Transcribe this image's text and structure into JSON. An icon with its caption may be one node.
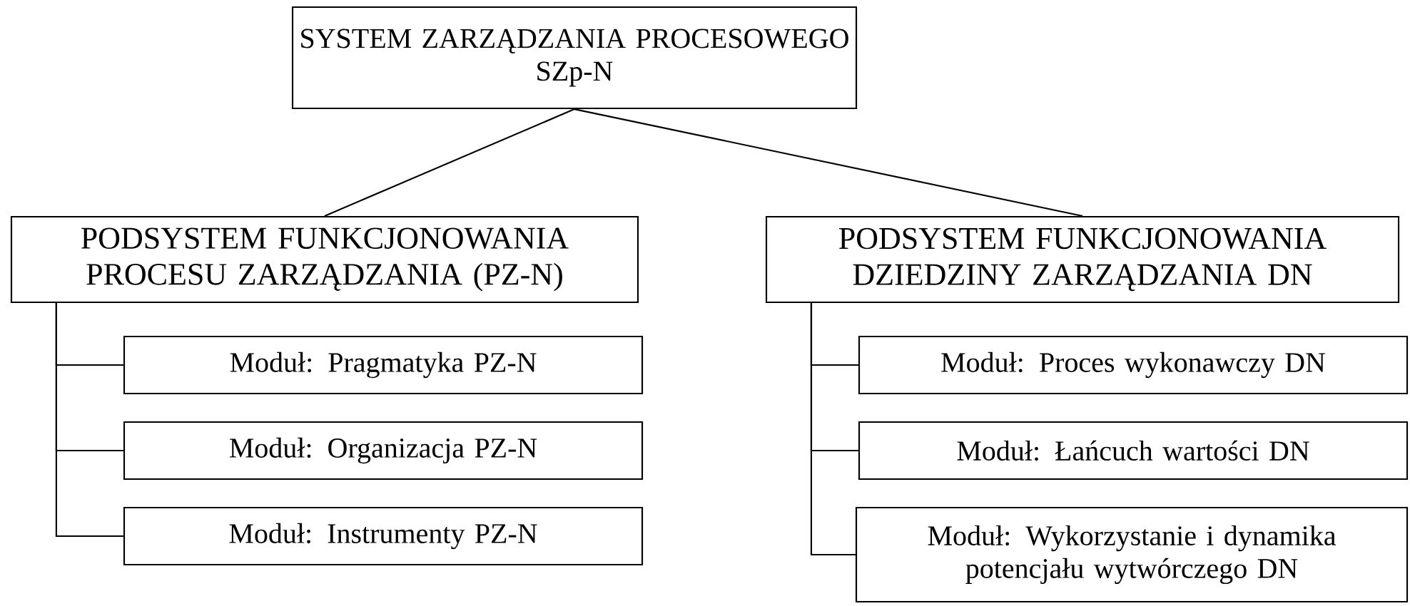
{
  "diagram": {
    "nodes": [
      {
        "text": [
          "SYSTEM ZARZĄDZANIA PROCESOWEGO",
          "SZp-N"
        ]
      },
      {
        "text": [
          "PODSYSTEM FUNKCJONOWANIA PROCESU ZARZĄDZANIA (PZ-N)"
        ]
      },
      {
        "text": [
          "PODSYSTEM FUNKCJONOWANIA DZIEDZINY ZARZĄDZANIA DN"
        ]
      },
      {
        "text": [
          "Moduł: Pragmatyka PZ-N"
        ]
      },
      {
        "text": [
          "Moduł: Organizacja PZ-N"
        ]
      },
      {
        "text": [
          "Moduł: Instrumenty PZ-N"
        ]
      },
      {
        "text": [
          "Moduł: Proces wykonawczy DN"
        ]
      },
      {
        "text": [
          "Moduł: Łańcuch wartości DN"
        ]
      },
      {
        "text": [
          "Moduł: Wykorzystanie i dynamika potencjału wytwórczego DN"
        ]
      }
    ],
    "edges": [
      {
        "from": 0,
        "to": 1,
        "arrow": "none"
      },
      {
        "from": 0,
        "to": 2,
        "arrow": "none"
      },
      {
        "from": 1,
        "to": 3,
        "arrow": "none"
      },
      {
        "from": 1,
        "to": 4,
        "arrow": "none"
      },
      {
        "from": 1,
        "to": 5,
        "arrow": "none"
      },
      {
        "from": 2,
        "to": 6,
        "arrow": "none"
      },
      {
        "from": 2,
        "to": 7,
        "arrow": "none"
      },
      {
        "from": 2,
        "to": 8,
        "arrow": "none"
      }
    ]
  }
}
